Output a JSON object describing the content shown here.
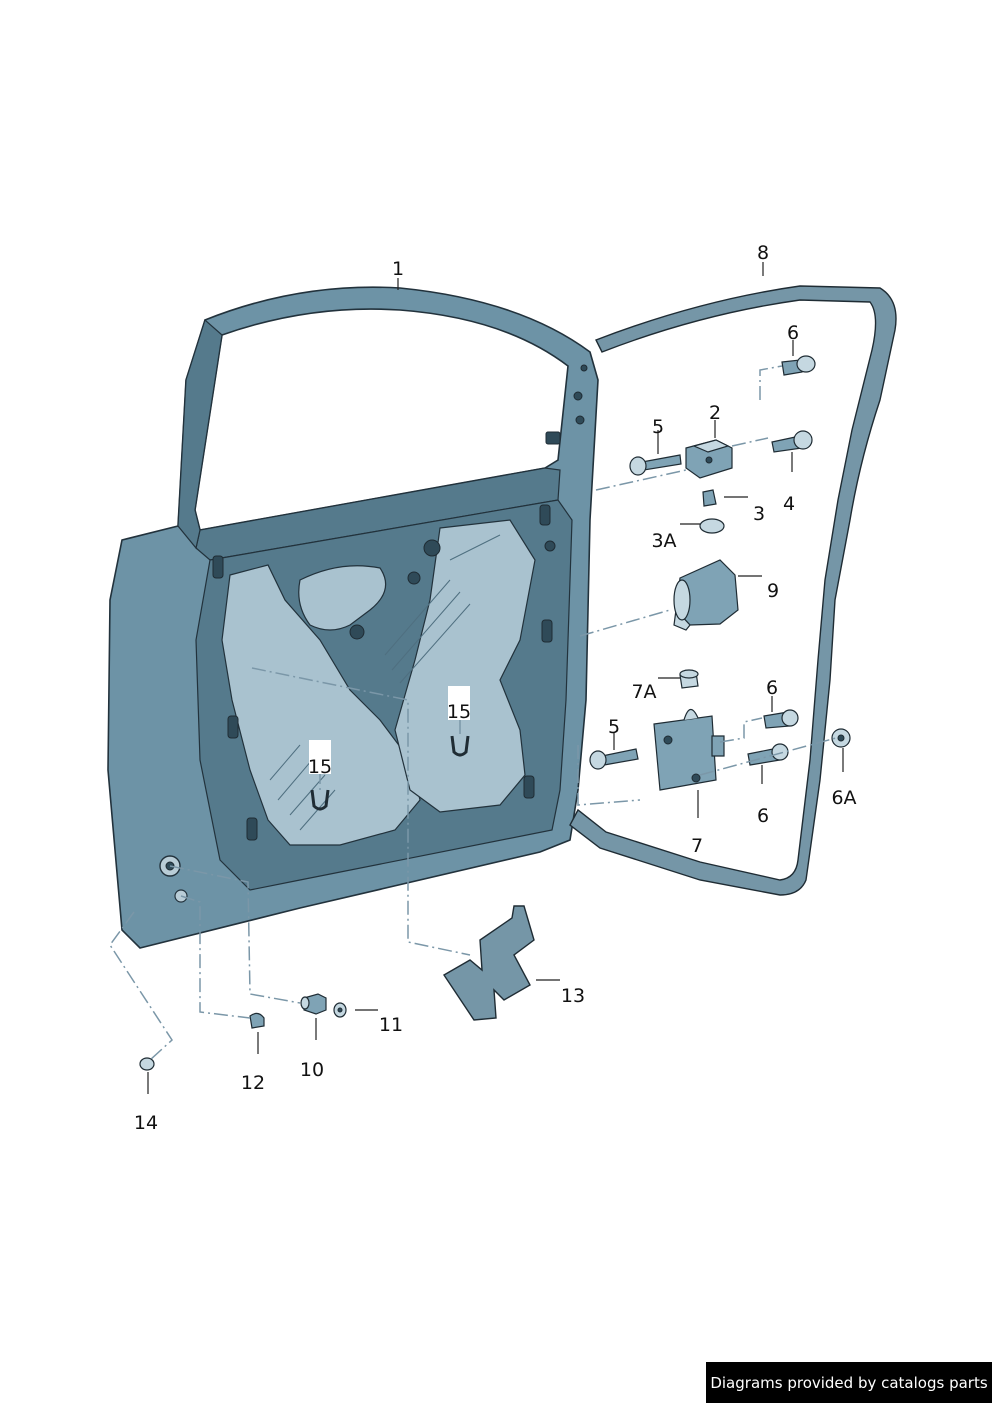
{
  "callouts": {
    "c1": "1",
    "c2": "2",
    "c3": "3",
    "c3a": "3A",
    "c4": "4",
    "c5a": "5",
    "c5b": "5",
    "c6a": "6",
    "c6b": "6",
    "c6c": "6",
    "c6a_nut": "6A",
    "c7": "7",
    "c7a": "7A",
    "c8": "8",
    "c9": "9",
    "c10": "10",
    "c11": "11",
    "c12": "12",
    "c13": "13",
    "c14": "14",
    "c15a": "15",
    "c15b": "15"
  },
  "credit": "Diagrams provided by catalogs parts",
  "colors": {
    "panel": "#6d93a6",
    "sheet": "#a9c2cf",
    "outline": "#22323c",
    "leader_dash": "#7b97a8"
  }
}
